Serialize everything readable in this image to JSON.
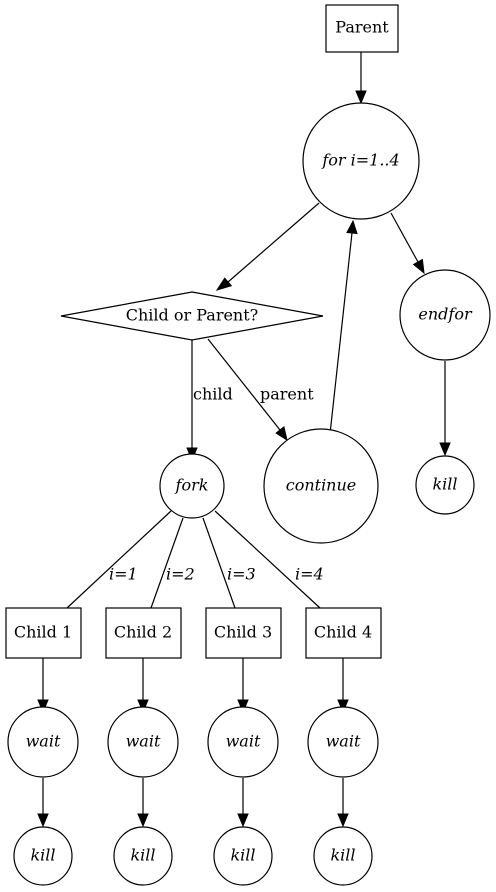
{
  "nodes": {
    "parent": "Parent",
    "for_loop": "for i=1..4",
    "decision": "Child or Parent?",
    "endfor": "endfor",
    "kill_parent": "kill",
    "fork": "fork",
    "continue": "continue",
    "children": [
      {
        "label": "Child 1",
        "wait": "wait",
        "kill": "kill"
      },
      {
        "label": "Child 2",
        "wait": "wait",
        "kill": "kill"
      },
      {
        "label": "Child 3",
        "wait": "wait",
        "kill": "kill"
      },
      {
        "label": "Child 4",
        "wait": "wait",
        "kill": "kill"
      }
    ]
  },
  "edges": {
    "child": "child",
    "parent": "parent",
    "fork_labels": [
      "i=1",
      "i=2",
      "i=3",
      "i=4"
    ]
  }
}
